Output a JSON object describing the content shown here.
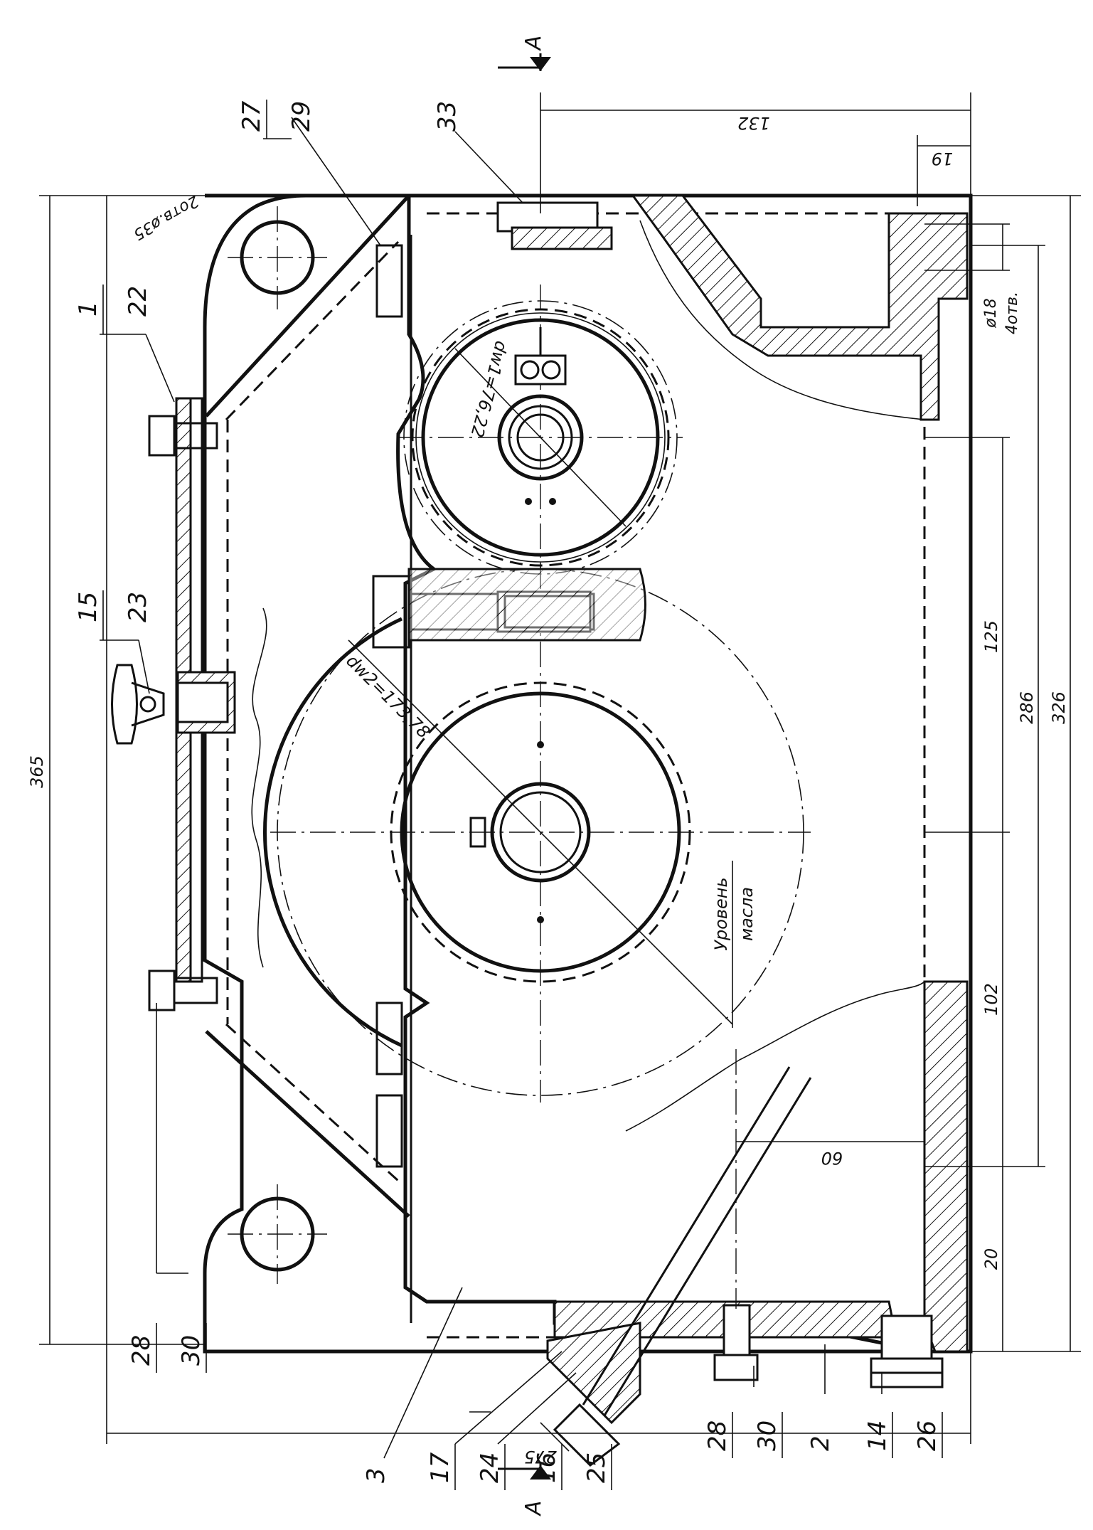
{
  "section_marks": {
    "top": "A",
    "bottom": "A"
  },
  "part_labels": [
    {
      "id": "1"
    },
    {
      "id": "22"
    },
    {
      "id": "15"
    },
    {
      "id": "23"
    },
    {
      "id": "27"
    },
    {
      "id": "29"
    },
    {
      "id": "33"
    },
    {
      "id": "28"
    },
    {
      "id": "30"
    },
    {
      "id": "3"
    },
    {
      "id": "17"
    },
    {
      "id": "24"
    },
    {
      "id": "16"
    },
    {
      "id": "25"
    },
    {
      "id": "28"
    },
    {
      "id": "30"
    },
    {
      "id": "2"
    },
    {
      "id": "14"
    },
    {
      "id": "26"
    }
  ],
  "dimensions": {
    "d365": "365",
    "d275": "275",
    "d132": "132",
    "d19": "19",
    "d125": "125",
    "d286": "286",
    "d326": "326",
    "d102": "102",
    "d20": "20",
    "d60": "60",
    "holes_top": "2отв.ø35",
    "holes_right_d": "ø18",
    "holes_right_n": "4отв.",
    "dw1": "dw1=76,22",
    "dw2": "dw2=173,78"
  },
  "annotations": {
    "oil_level_1": "Уровень",
    "oil_level_2": "масла"
  }
}
